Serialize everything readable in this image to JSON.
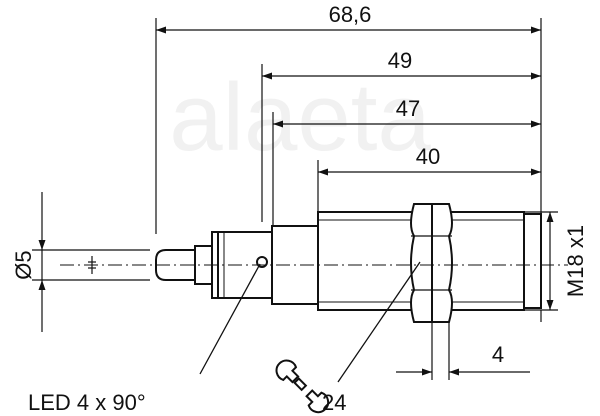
{
  "drawing": {
    "dims": {
      "overall": "68,6",
      "body_to_end": "49",
      "housing": "47",
      "thread": "40",
      "cable": "Ø5",
      "thread_spec": "M18 x1",
      "nut_width": "4"
    },
    "callouts": {
      "led": "LED 4 x 90°",
      "wrench": "24"
    },
    "colors": {
      "line": "#111111",
      "watermark": "#efefef"
    }
  }
}
